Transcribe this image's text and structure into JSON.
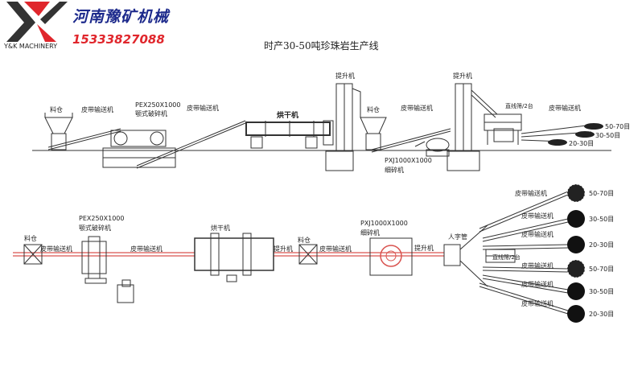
{
  "header": {
    "company": "河南豫矿机械",
    "phone": "15333827088",
    "brand": "Y&K MACHINERY",
    "title": "时产30-50吨珍珠岩生产线"
  },
  "colors": {
    "line": "#333333",
    "flow": "#d9534f",
    "logo_red": "#e0262c",
    "logo_dark": "#333333",
    "company_blue": "#1d2a8c"
  },
  "side_view": {
    "bin_left": "料仓",
    "conveyor_1": "皮带输送机",
    "crusher_model": "PEX250X1000",
    "crusher_name": "颚式破碎机",
    "conveyor_2": "皮带输送机",
    "dryer": "烘干机",
    "elevator_1": "提升机",
    "bin_mid": "料仓",
    "conveyor_3": "皮带输送机",
    "mill_model": "PXJ1000X1000",
    "mill_name": "细碎机",
    "elevator_2": "提升机",
    "screen": "直线筛/2台",
    "conveyor_4": "皮带输送机",
    "products": [
      "50-70目",
      "30-50目",
      "20-30目"
    ]
  },
  "plan_view": {
    "bin_left": "料仓",
    "conveyor_1": "皮带输送机",
    "crusher_model": "PEX250X1000",
    "crusher_name": "颚式破碎机",
    "conveyor_2": "皮带输送机",
    "dryer": "烘干机",
    "elevator_1": "提升机",
    "bin_mid": "料仓",
    "conveyor_3": "皮带输送机",
    "mill_model": "PXJ1000X1000",
    "mill_name": "细碎机",
    "elevator_2": "提升机",
    "y_pipe": "人字管",
    "screen": "直线筛/2台",
    "outputs": [
      {
        "conveyor": "皮带输送机",
        "mesh": "50-70目"
      },
      {
        "conveyor": "皮带输送机",
        "mesh": "30-50目"
      },
      {
        "conveyor": "皮带输送机",
        "mesh": "20-30目"
      },
      {
        "conveyor": "皮带输送机",
        "mesh": "50-70目"
      },
      {
        "conveyor": "皮带输送机",
        "mesh": "30-50目"
      },
      {
        "conveyor": "皮带输送机",
        "mesh": "20-30目"
      }
    ]
  }
}
